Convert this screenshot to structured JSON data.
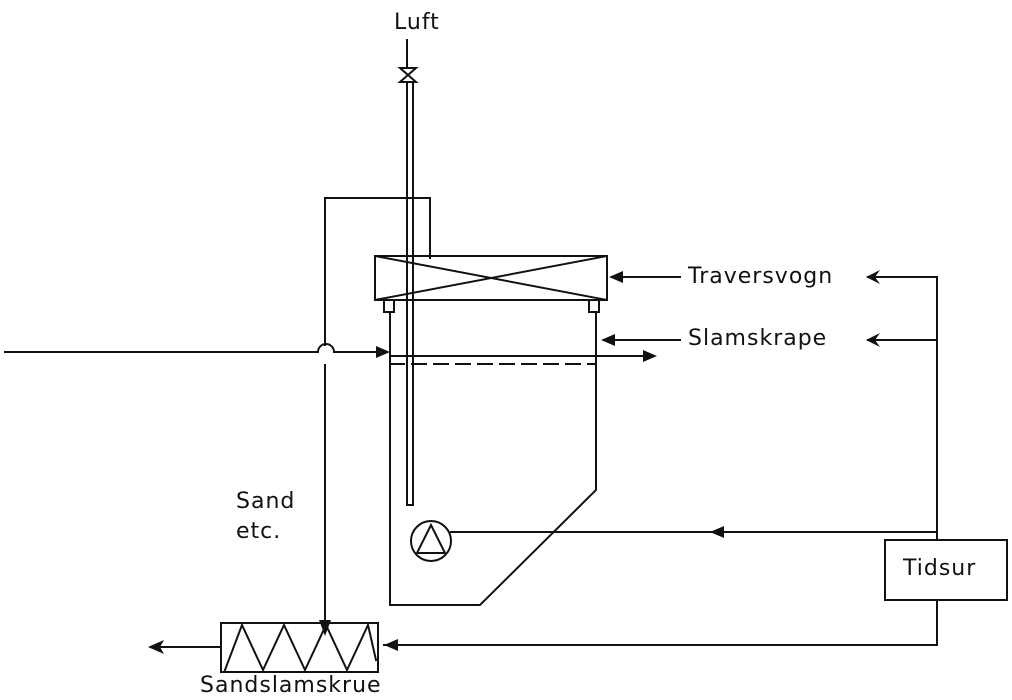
{
  "labels": {
    "air": "Luft",
    "carriage": "Traversvogn",
    "scraper": "Slamskrape",
    "sand_line1": "Sand",
    "sand_line2": "etc.",
    "timer": "Tidsur",
    "screw": "Sandslamskrue"
  },
  "colors": {
    "ink": "#111111",
    "background": "#ffffff"
  }
}
